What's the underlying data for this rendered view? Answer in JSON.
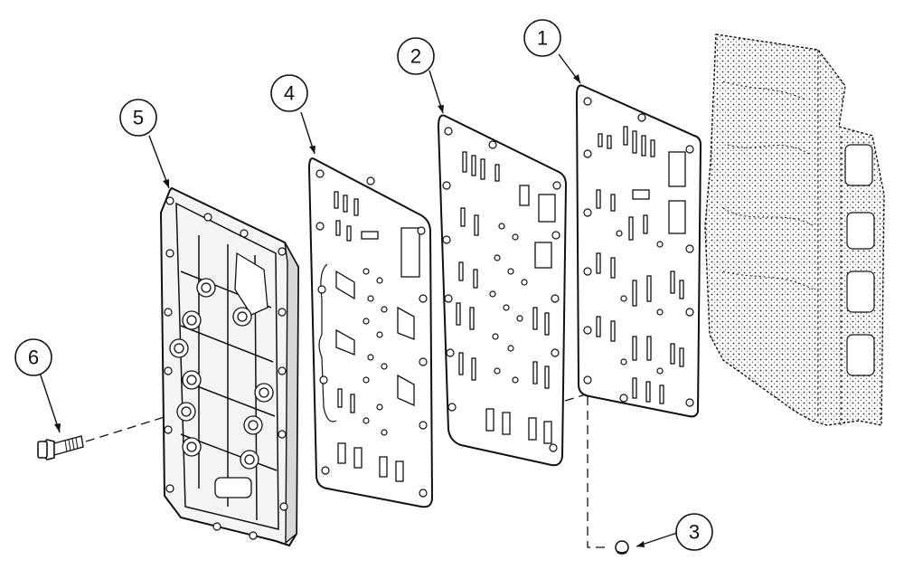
{
  "callouts": [
    {
      "label": "1"
    },
    {
      "label": "2"
    },
    {
      "label": "3"
    },
    {
      "label": "4"
    },
    {
      "label": "5"
    },
    {
      "label": "6"
    }
  ],
  "colors": {
    "ink": "#111111",
    "background": "#ffffff"
  }
}
